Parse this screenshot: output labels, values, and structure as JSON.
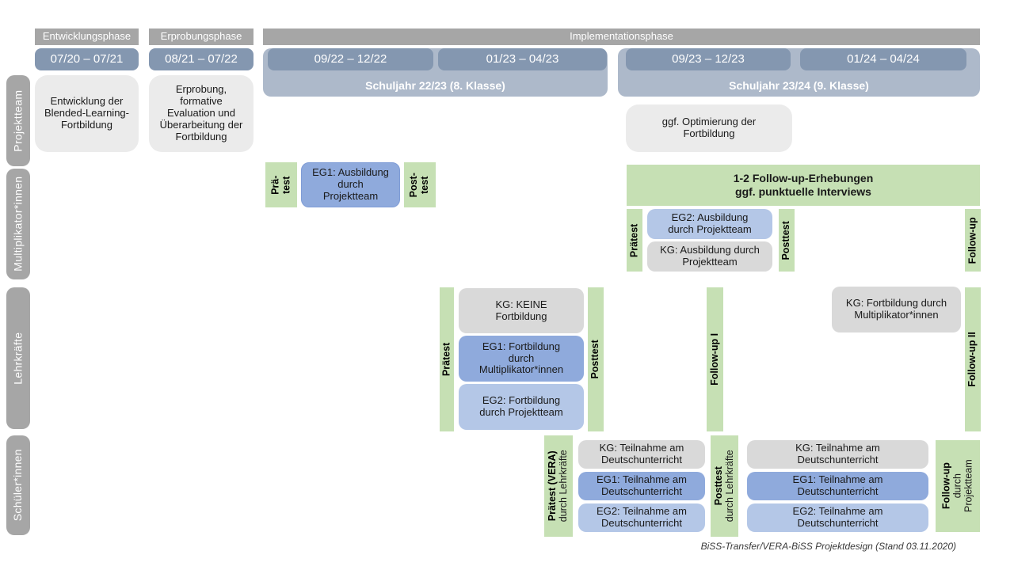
{
  "colors": {
    "phase_gray": "#a6a6a6",
    "period_blue": "#8497b0",
    "year_blue": "#adb9ca",
    "soft_gray": "#ebebeb",
    "green": "#c6e0b4",
    "eg1_blue": "#8faadc",
    "eg2_blue": "#b4c7e7",
    "kg_gray": "#d9d9d9"
  },
  "header": {
    "phases": [
      {
        "label": "Entwicklungsphase"
      },
      {
        "label": "Erprobungsphase"
      },
      {
        "label": "Implementationsphase"
      }
    ],
    "periods": [
      {
        "label": "07/20 – 07/21"
      },
      {
        "label": "08/21 – 07/22"
      }
    ],
    "school_years": [
      {
        "label": "Schuljahr 22/23 (8. Klasse)",
        "periods": [
          "09/22 – 12/22",
          "01/23 – 04/23"
        ]
      },
      {
        "label": "Schuljahr 23/24 (9. Klasse)",
        "periods": [
          "09/23 – 12/23",
          "01/24 – 04/24"
        ]
      }
    ]
  },
  "sidebar": {
    "rows": [
      {
        "label": "Projektteam"
      },
      {
        "label": "Multiplikator*innen"
      },
      {
        "label": "Lehrkräfte"
      },
      {
        "label": "Schüler*innen"
      }
    ]
  },
  "projektteam": {
    "development": "Entwicklung der Blended-Learning-Fortbildung",
    "trial": "Erprobung, formative Evaluation und Überarbeitung der Fortbildung",
    "optimization": "ggf. Optimierung der Fortbildung"
  },
  "multiplikatoren": {
    "praetest1": [
      "Prä-",
      "test"
    ],
    "eg1_training": "EG1: Ausbildung durch Projektteam",
    "posttest1": [
      "Post-",
      "test"
    ],
    "followup_box": [
      "1-2 Follow-up-Erhebungen",
      "ggf. punktuelle Interviews"
    ],
    "praetest2": "Prätest",
    "eg2_training": "EG2: Ausbildung durch Projektteam",
    "kg_training": "KG: Ausbildung durch Projektteam",
    "posttest2": "Posttest",
    "followup": "Follow-up"
  },
  "lehrkraefte": {
    "praetest": "Prätest",
    "kg_none": "KG: KEINE Fortbildung",
    "eg1": "EG1: Fortbildung durch Multiplikator*innen",
    "eg2": "EG2: Fortbildung durch Projektteam",
    "posttest": "Posttest",
    "followup1": "Follow-up I",
    "kg_multi": "KG: Fortbildung durch Multiplikator*innen",
    "followup2": "Follow-up II"
  },
  "schueler": {
    "praetest": [
      "Prätest (VERA)",
      "durch Lehrkräfte"
    ],
    "kg1": "KG: Teilnahme am Deutschunterricht",
    "eg1a": "EG1: Teilnahme am Deutschunterricht",
    "eg2a": "EG2: Teilnahme am Deutschunterricht",
    "posttest": [
      "Posttest",
      "durch Lehrkräfte"
    ],
    "kg2": "KG: Teilnahme am Deutschunterricht",
    "eg1b": "EG1: Teilnahme am Deutschunterricht",
    "eg2b": "EG2: Teilnahme am Deutschunterricht",
    "followup": [
      "Follow-up",
      "durch",
      "Projektteam"
    ]
  },
  "footer": {
    "caption": "BiSS-Transfer/VERA-BiSS Projektdesign (Stand 03.11.2020)"
  }
}
